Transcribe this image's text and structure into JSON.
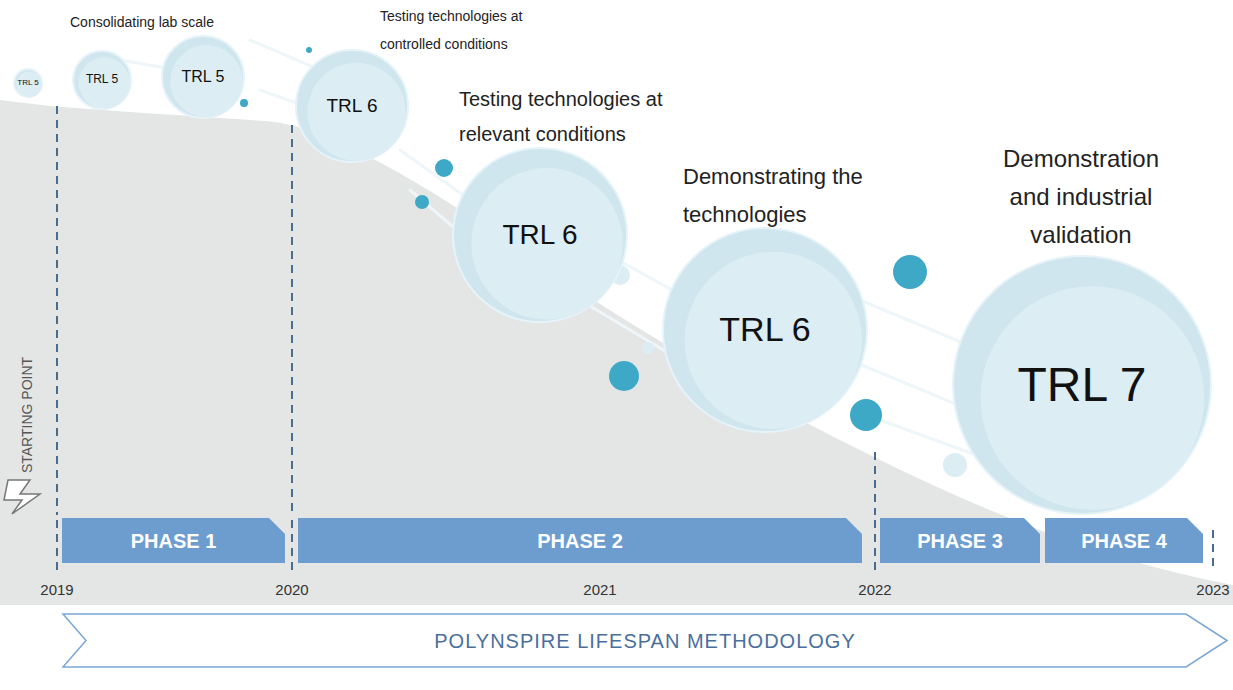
{
  "diagram": {
    "nodes": [
      {
        "text": [
          "TRL 5"
        ]
      },
      {
        "text": [
          "TRL 5"
        ]
      },
      {
        "text": [
          "TRL 5"
        ]
      },
      {
        "text": [
          "TRL 6"
        ]
      },
      {
        "text": [
          "TRL 6"
        ]
      },
      {
        "text": [
          "TRL 6"
        ]
      },
      {
        "text": [
          "TRL 7"
        ]
      },
      {
        "text": [
          "PHASE 1"
        ]
      },
      {
        "text": [
          "PHASE 2"
        ]
      },
      {
        "text": [
          "PHASE 3"
        ]
      },
      {
        "text": [
          "PHASE 4"
        ]
      },
      {
        "text": [
          "POLYNSPIRE LIFESPAN METHODOLOGY"
        ]
      }
    ],
    "labels": [
      "Consolidating lab scale",
      "Testing technologies at controlled conditions",
      "Testing technologies at relevant conditions",
      "Demonstrating the technologies",
      "Demonstration and industrial validation",
      "STARTING POINT",
      "2019",
      "2020",
      "2021",
      "2022",
      "2023"
    ]
  }
}
